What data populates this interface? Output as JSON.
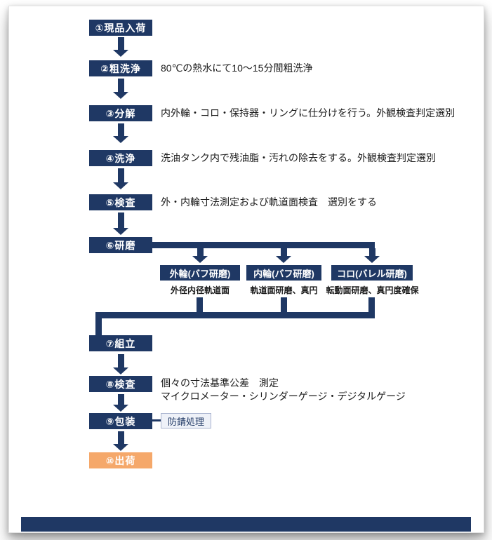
{
  "colors": {
    "navy": "#1f3864",
    "orange": "#f5a86a",
    "note-text": "#1a1a1a",
    "side-box-bg": "#eef1f8",
    "side-box-border": "#a9b4cf"
  },
  "flow": {
    "steps": [
      {
        "label": "①現品入荷"
      },
      {
        "label": "②粗洗浄",
        "note": "80℃の熱水にて10〜15分間粗洗浄"
      },
      {
        "label": "③分解",
        "note": "内外輪・コロ・保持器・リングに仕分けを行う。外観検査判定選別"
      },
      {
        "label": "④洗浄",
        "note": "洗油タンク内で残油脂・汚れの除去をする。外観検査判定選別"
      },
      {
        "label": "⑤検査",
        "note": "外・内輪寸法測定および軌道面検査　選別をする"
      },
      {
        "label": "⑥研磨"
      },
      {
        "label": "⑦組立"
      },
      {
        "label": "⑧検査",
        "note_line1": "個々の寸法基準公差　測定",
        "note_line2": "マイクロメーター・シリンダーゲージ・デジタルゲージ"
      },
      {
        "label": "⑨包装",
        "side_note": "防錆処理"
      },
      {
        "label": "⑩出荷"
      }
    ],
    "branches": [
      {
        "label": "外輪(バフ研磨)",
        "note": "外径内径軌道面"
      },
      {
        "label": "内輪(バフ研磨)",
        "note": "軌道面研磨、真円"
      },
      {
        "label": "コロ(バレル研磨)",
        "note": "転動面研磨、真円度確保"
      }
    ]
  }
}
